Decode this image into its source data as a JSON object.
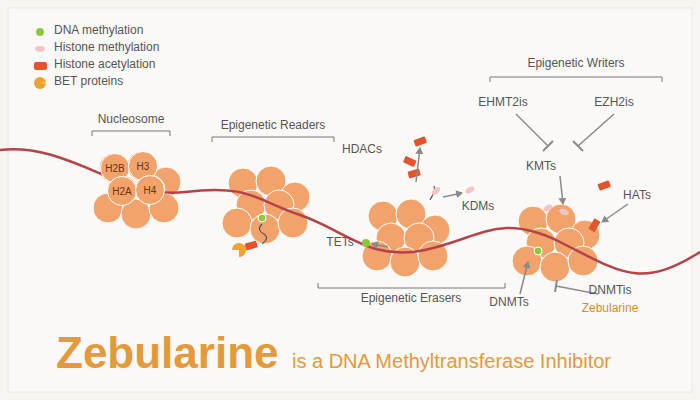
{
  "diagram": {
    "title": "Zebularine",
    "nodes": [
      {
        "text": [
          "H2B"
        ]
      },
      {
        "text": [
          "H3"
        ]
      },
      {
        "text": [
          "H2A"
        ]
      },
      {
        "text": [
          "H4"
        ]
      }
    ],
    "labels": [
      "Nucleosome",
      "Epigenetic Readers",
      "HDACs",
      "KDMs",
      "TETs",
      "Epigenetic Erasers",
      "Epigenetic Writers",
      "EHMT2is",
      "EZH2is",
      "KMTs",
      "HATs",
      "DNMTs",
      "DNMTis",
      "Zebularine",
      "is a DNA Methyltransferase Inhibitor"
    ],
    "legend": [
      {
        "text": "DNA methylation",
        "color": "#8dc63f"
      },
      {
        "text": "Histone methylation",
        "color": "#f2c4c4"
      },
      {
        "text": "Histone acetylation",
        "color": "#e2542c"
      },
      {
        "text": "BET proteins",
        "color": "#f0a030"
      }
    ]
  }
}
